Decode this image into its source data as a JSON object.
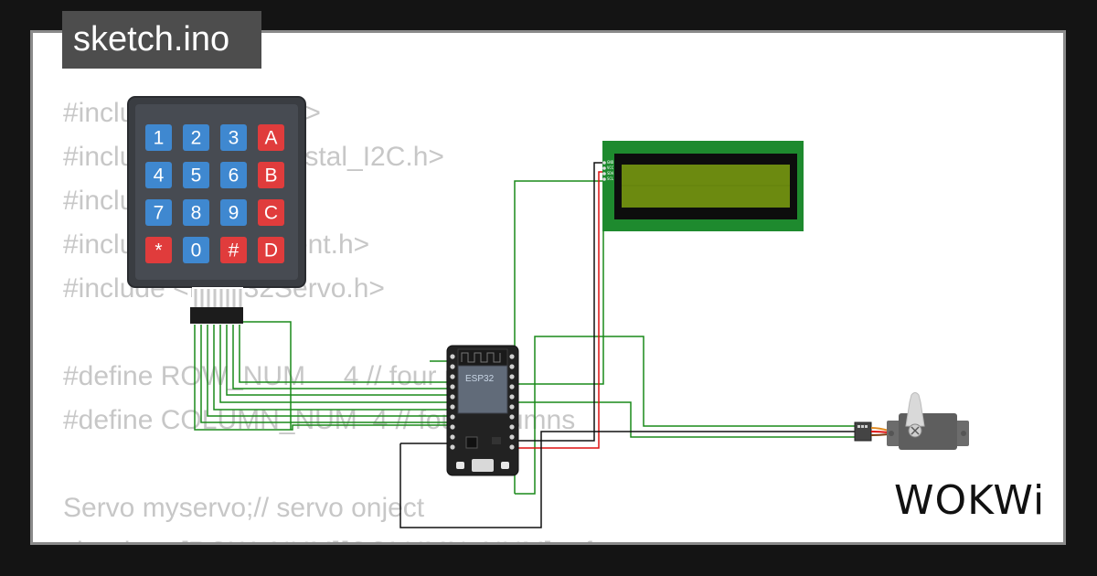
{
  "header": {
    "title": "sketch.ino"
  },
  "code": {
    "lines": [
      "#include <Keypad.h>",
      "#include <LiquidCrystal_I2C.h>",
      "#include <WiFi.h>",
      "#include <HTTPClient.h>",
      "#include <ESP32Servo.h>",
      "",
      "#define ROW_NUM     4 // four rows",
      "#define COLUMN_NUM  4 // four columns",
      "",
      "Servo myservo;// servo onject",
      "char keys[ROW_NUM][COLUMN_NUM] = {"
    ]
  },
  "keypad": {
    "keys": [
      [
        "1",
        "2",
        "3",
        "A"
      ],
      [
        "4",
        "5",
        "6",
        "B"
      ],
      [
        "7",
        "8",
        "9",
        "C"
      ],
      [
        "*",
        "0",
        "#",
        "D"
      ]
    ],
    "colors": {
      "digit": "#3f88d0",
      "letter": "#e03c3c"
    }
  },
  "esp32": {
    "label": "ESP32"
  },
  "lcd": {
    "pins": [
      "GND",
      "VCC",
      "SDA",
      "SCL"
    ]
  },
  "brand": {
    "logo": "WOKWi"
  },
  "colors": {
    "wire_green": "#1a8a1a",
    "wire_red": "#d11",
    "wire_black": "#111111"
  }
}
